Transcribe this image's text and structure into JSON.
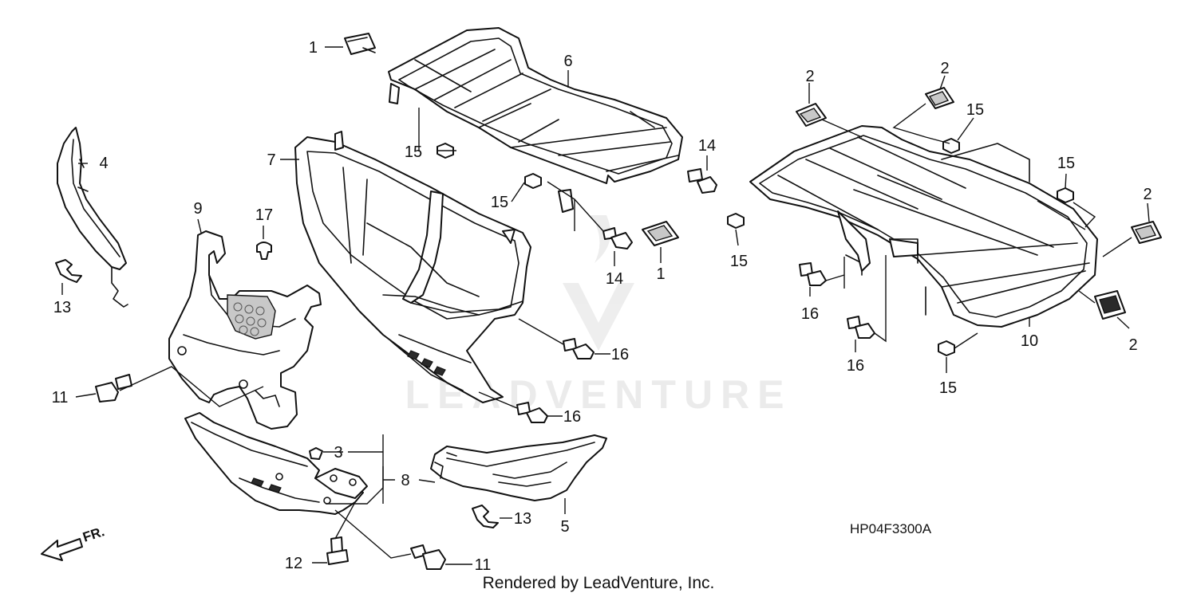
{
  "diagram": {
    "part_callouts": {
      "c1a": "1",
      "c1b": "1",
      "c2a": "2",
      "c2b": "2",
      "c2c": "2",
      "c2d": "2",
      "c3": "3",
      "c4": "4",
      "c5": "5",
      "c6": "6",
      "c7": "7",
      "c8": "8",
      "c9": "9",
      "c10": "10",
      "c11a": "11",
      "c11b": "11",
      "c12": "12",
      "c13a": "13",
      "c13b": "13",
      "c14a": "14",
      "c14b": "14",
      "c15a": "15",
      "c15b": "15",
      "c15c": "15",
      "c15d": "15",
      "c15e": "15",
      "c16a": "16",
      "c16b": "16",
      "c16c": "16",
      "c16d": "16",
      "c17": "17"
    },
    "figure_code": "HP04F3300A",
    "direction_label": "FR.",
    "watermark": "LEADVENTURE",
    "footer": "Rendered by LeadVenture, Inc."
  }
}
